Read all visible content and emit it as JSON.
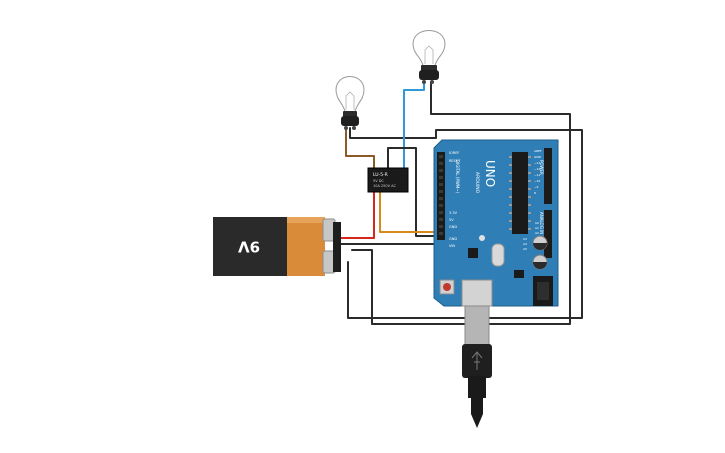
{
  "battery": {
    "label": "9V"
  },
  "relay": {
    "code": "LU-5-R",
    "line1": "5V DC",
    "line2": "10A 250V AC"
  },
  "arduino": {
    "brand": "UNO",
    "maker": "ARDUINO",
    "digital_label": "DIGITAL (PWM~)",
    "analog_label": "ANALOG IN",
    "power_label": "POWER",
    "power_pins": [
      "IOREF",
      "RESET",
      "3.3V",
      "5V",
      "GND",
      "GND",
      "VIN"
    ],
    "digital_pins": [
      "AREF",
      "GND",
      "~13",
      "~12",
      "~11",
      "~10",
      "~9",
      "8"
    ],
    "analog_pins": [
      "A0",
      "A1",
      "A2",
      "A3",
      "A4",
      "A5"
    ]
  },
  "wire_colors": {
    "black": "#2b2b2b",
    "red": "#d7261e",
    "orange": "#d48a1c",
    "brown": "#8b5a2b",
    "blue": "#2f9ad6",
    "usb_gray": "#b5b5b5"
  }
}
